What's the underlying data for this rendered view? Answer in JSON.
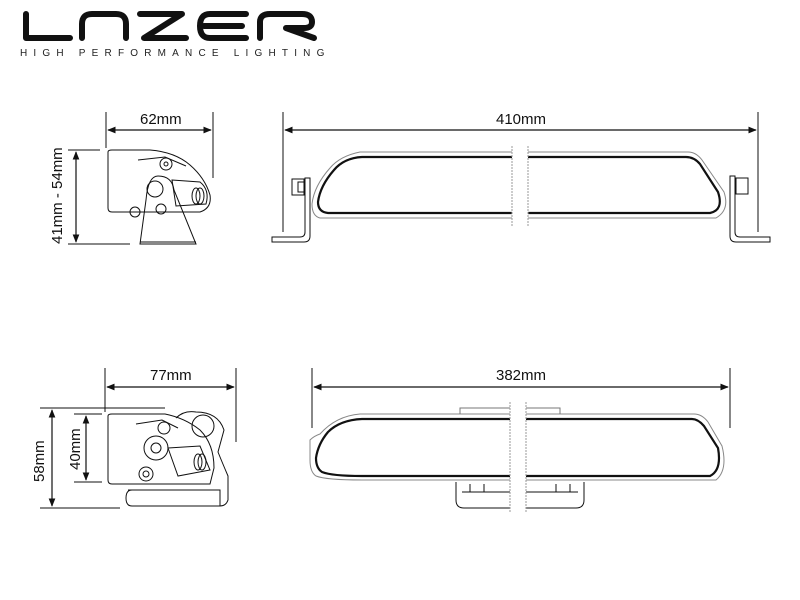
{
  "brand": {
    "name": "LAZER",
    "tagline": "HIGH PERFORMANCE LIGHTING"
  },
  "views": [
    {
      "id": "top-side",
      "label": "Side view (upper)",
      "dimensions": {
        "width": "62mm",
        "height": "41mm - 54mm"
      }
    },
    {
      "id": "top-front",
      "label": "Front view (upper)",
      "dimensions": {
        "length": "410mm"
      }
    },
    {
      "id": "bottom-side",
      "label": "Side view (lower)",
      "dimensions": {
        "width": "77mm",
        "height_outer": "58mm",
        "height_inner": "40mm"
      }
    },
    {
      "id": "bottom-front",
      "label": "Front view (lower)",
      "dimensions": {
        "length": "382mm"
      }
    }
  ],
  "colors": {
    "line": "#111111",
    "light_line": "#9a9a9a",
    "background": "#ffffff"
  }
}
